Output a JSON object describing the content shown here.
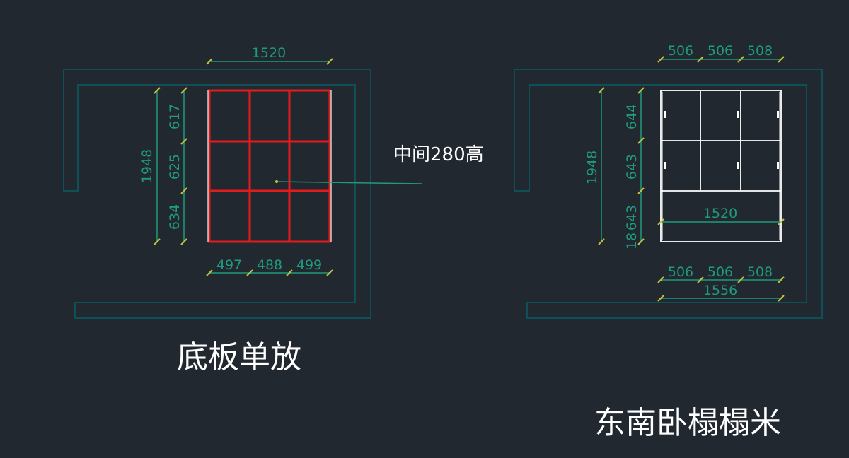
{
  "colors": {
    "background": "#212830",
    "wall": "#0e4f58",
    "dimension": "#1f9a7d",
    "tick": "#c6c23b",
    "frame_left": "#e31b1b",
    "frame_right": "#ffffff",
    "text": "#ffffff"
  },
  "left_plan": {
    "title": "底板单放",
    "note": "中间280高",
    "dims": {
      "top_width": "1520",
      "height_total": "1948",
      "row1": "617",
      "row2": "625",
      "row3": "634",
      "col1": "497",
      "col2": "488",
      "col3": "499"
    }
  },
  "right_plan": {
    "title": "东南卧榻榻米",
    "dims": {
      "top_col1": "506",
      "top_col2": "506",
      "top_col3": "508",
      "height_total": "1948",
      "row1": "644",
      "row2": "643",
      "row3": "643",
      "row3_prefix": "18",
      "inner_width": "1520",
      "bottom_col1": "506",
      "bottom_col2": "506",
      "bottom_col3": "508",
      "bottom_total": "1556"
    }
  }
}
